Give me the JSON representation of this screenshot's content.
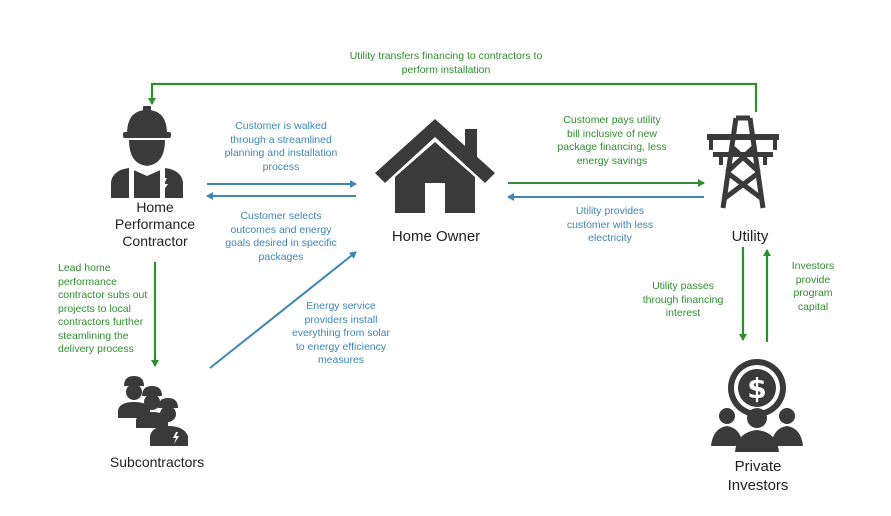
{
  "nodes": {
    "contractor": "Home\nPerformance\nContractor",
    "home_owner": "Home Owner",
    "utility": "Utility",
    "subcontractors": "Subcontractors",
    "investors": "Private\nInvestors"
  },
  "annotations": {
    "utility_transfers_financing": "Utility transfers financing to contractors to\nperform installation",
    "customer_walked_through": "Customer is walked\nthrough a streamlined\nplanning and installation\nprocess",
    "customer_selects_outcomes": "Customer selects\noutcomes and energy\ngoals desired in specific\npackages",
    "customer_pays_utility": "Customer pays utility\nbill inclusive of new\npackage financing, less\nenergy savings",
    "utility_provides_customer": "Utility provides\ncustomer with less\nelectricity",
    "lead_contractor_subs_out": "Lead home\nperformance\ncontractor subs out\nprojects to local\ncontractors further\nsteamlining the\ndelivery process",
    "energy_service_providers": "Energy service\nproviders install\neverything from solar\nto energy efficiency\nmeasures",
    "utility_passes_interest": "Utility passes\nthrough financing\ninterest",
    "investors_provide_capital": "Investors\nprovide\nprogram\ncapital"
  },
  "colors": {
    "green": "#2f8f2f",
    "blue": "#3d86b8",
    "icon": "#3a3a3a"
  },
  "icons": [
    "worker-icon",
    "house-icon",
    "power-tower-icon",
    "workers-group-icon",
    "investors-dollar-icon"
  ]
}
